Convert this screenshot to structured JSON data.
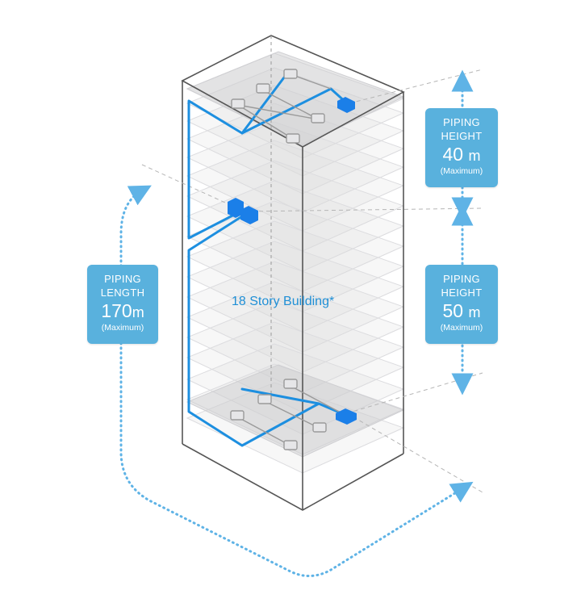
{
  "colors": {
    "pipe": "#1d8fe0",
    "unit": "#1b7fe8",
    "callout": "#59b1dd",
    "dots": "#5fb3e6",
    "outline": "#555555"
  },
  "building_label": "18 Story Building*",
  "callouts": {
    "top_height": {
      "line1": "PIPING",
      "line2": "HEIGHT",
      "value": "40",
      "unit": "m",
      "note": "(Maximum)"
    },
    "bottom_height": {
      "line1": "PIPING",
      "line2": "HEIGHT",
      "value": "50",
      "unit": "m",
      "note": "(Maximum)"
    },
    "length": {
      "line1": "PIPING",
      "line2": "LENGTH",
      "value": "170",
      "unit": "m",
      "note": "(Maximum)"
    }
  },
  "icons": [
    "outdoor-unit-icon",
    "indoor-unit-icon",
    "arrow-head-icon"
  ]
}
